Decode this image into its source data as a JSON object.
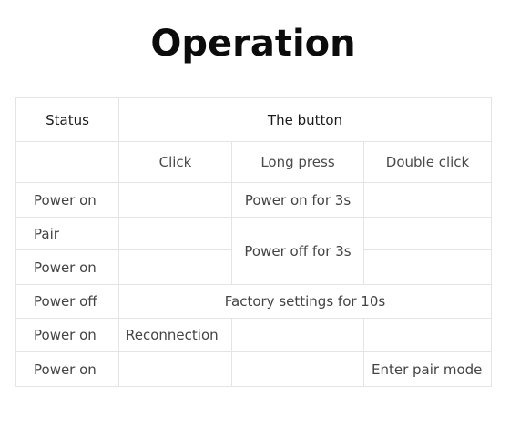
{
  "title": "Operation",
  "table": {
    "header": {
      "status": "Status",
      "button": "The button"
    },
    "subheader": {
      "click": "Click",
      "long_press": "Long press",
      "double_click": "Double click"
    },
    "rows": [
      {
        "status": "Power on"
      },
      {
        "status": "Pair"
      },
      {
        "status": "Power on"
      },
      {
        "status": "Power off"
      },
      {
        "status": "Power on"
      },
      {
        "status": "Power on"
      }
    ],
    "cells": {
      "power_on_3s": "Power on for 3s",
      "power_off_3s": "Power off for 3s",
      "factory_10s": "Factory settings for 10s",
      "reconnection": "Reconnection",
      "enter_pair_mode": "Enter pair mode"
    }
  }
}
